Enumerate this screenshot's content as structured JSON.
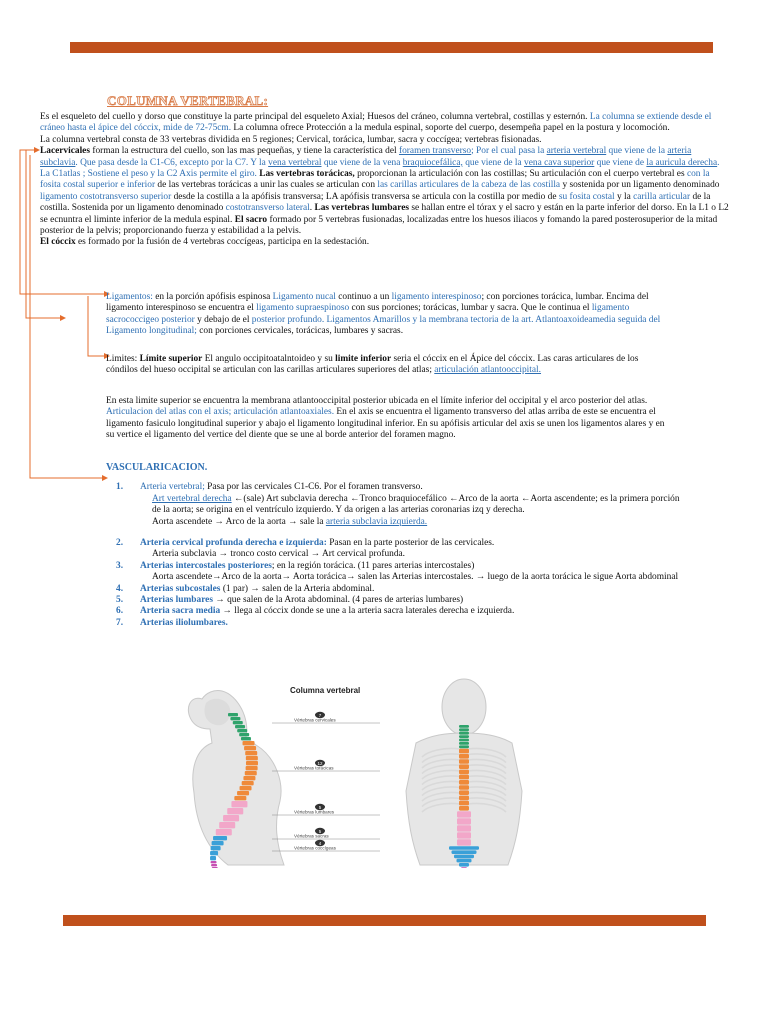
{
  "doc": {
    "title": "COLUMNA VERTEBRAL:",
    "colors": {
      "accent_bar": "#c0501c",
      "link": "#2e6fb3",
      "title_outline": "#d97a46"
    }
  },
  "intro": {
    "p1_a": "Es el esqueleto del cuello y dorso que constituye la parte principal del esqueleto Axial; Huesos del cráneo, columna vertebral, costillas y esternón.",
    "p1_b": "La columna se extiende desde el cráneo hasta el ápice del cóccix, mide de 72-75cm.",
    "p1_c": "La columna ofrece Protección a la medula espinal, soporte del cuerpo, desempeña papel en la postura y locomoción.",
    "p2": "La columna vertebral consta de 33 vertebras dividida en 5 regiones; Cervical, torácica, lumbar, sacra y coccígea; vertebras fisionadas.",
    "p3_a": "Lacervicales",
    "p3_b": "forman la estructura del cuello, son las mas pequeñas, y tiene la característica del",
    "p3_c": "foramen transverso",
    "p3_d": "; Por el cual pasa la",
    "p3_e": "arteria vertebral",
    "p3_f": "que viene de la",
    "p3_g": "arteria subclavia",
    "p3_h": ". Que pasa desde la C1-C6, excepto por la C7. Y la",
    "p3_i": "vena vertebral",
    "p3_j": "que viene de la vena",
    "p3_k": "braquiocefálica,",
    "p3_l": "que viene de la",
    "p3_m": "vena cava superior",
    "p3_n": "que viene de",
    "p3_o": "la auricula derecha",
    "p3_p": ". La C1atlas ; Sostiene el peso y la C2 Axis permite el giro.",
    "p4_a": "Las vertebras torácicas,",
    "p4_b": "proporcionan la articulación con las costillas; Su articulación con el cuerpo vertebral es",
    "p4_c": "con la fosita costal superior e inferior",
    "p4_d": "de las vertebras torácicas a unir las cuales se articulan con",
    "p4_e": "las carillas articulares  de la cabeza de las costilla",
    "p4_f": " y sostenida por un ligamento denominado",
    "p4_g": "ligamento costotransverso superior",
    "p4_h": "desde la costilla a la apófisis transversa; LA apófisis transversa se articula con la costilla por medio de",
    "p4_i": "su fosita costal",
    "p4_j": "y la",
    "p4_k": "carilla articular",
    "p4_l": "de la costilla. Sostenida por un ligamento denominado",
    "p4_m": "costotransverso lateral",
    "p4_n": ".",
    "p4_o": "Las vertebras lumbares",
    "p4_p": "se hallan entre el tórax y el sacro y están en la parte inferior del dorso. En la L1 o L2 se ecnuntra el liminte inferior de la medula espinal.",
    "p4_q": "El sacro",
    "p4_r": "formado por 5 vertebras fusionadas, localizadas entre los huesos iliacos y fomando la pared posterosuperior de la mitad posterior de la pelvis; proporcionando fuerza y estabilidad a la pelvis.",
    "p5_a": "El cóccix",
    "p5_b": "es formado por la fusión de 4 vertebras coccígeas, participa en la sedestación."
  },
  "ligamentos": {
    "a": "Ligamentos:",
    "b": "en la porción apófisis espinosa",
    "c": "Ligamento nucal",
    "d": "continuo a un",
    "e": "ligamento interespinoso",
    "f": "; con porciones torácica, lumbar. Encima del ligamento interespinoso se encuentra el",
    "g": "ligamento supraespinoso",
    "h": "con sus porciones; torácicas, lumbar y sacra. Que le continua el",
    "i": "ligamento sacrococcigeo posterior",
    "j": "y debajo de el",
    "k": "posterior profundo.",
    "l": "Ligamentos Amarillos y la membrana tectoria de la art. Atlantoaxoideamedia seguida del Ligamento longitudinal;",
    "m": "con porciones cervicales, torácicas, lumbares y sacras."
  },
  "limites": {
    "a": "Limites:",
    "b": "Límite superior",
    "c": "El angulo occipitoatalntoideo  y su",
    "d": "limite inferior",
    "e": "seria el cóccix en el Ápice del cóccix. Las caras articulares de los cóndilos del hueso occipital se articulan con las carillas articulares superiores del atlas;",
    "f": "articulación atlantooccipital."
  },
  "limite_superior": {
    "a": "En esta limite superior se  encuentra la membrana atlantooccipital posterior ubicada en el límite inferior del occipital y el arco posterior del atlas.",
    "b": "Articulacion del atlas con el axis; articulación atlantoaxiales.",
    "c": "En el axis se encuentra el ligamento transverso del atlas arriba de este se encuentra el ligamento fasiculo longitudinal superior y abajo el ligamento longitudinal inferior. En su apófisis articular del axis se unen los ligamentos alares y en su vertice el ligamento del vertice del diente que se une al borde anterior del foramen magno."
  },
  "vasc": {
    "title": "VASCULARICACION.",
    "items": [
      {
        "num": "1.",
        "head": "Arteria vertebral;",
        "text": "Pasa por las cervicales C1-C6. Por el foramen transverso.",
        "sub1_link": "Art vertebral derecha",
        "sub1_text": "←(sale)  Art subclavia derecha ←Tronco braquiocefálico ←Arco de la aorta ←Aorta ascendente; es la primera porción de la aorta; se origina en el ventrículo izquierdo. Y da origen a las arterias coronarias izq y derecha.",
        "sub2_text": "Aorta ascendete → Arco de la aorta → sale la",
        "sub2_link": "arteria subclavia izquierda."
      },
      {
        "num": "2.",
        "head": "Arteria cervical profunda derecha e izquierda:",
        "text": "Pasan en la parte posterior de las cervicales.",
        "sub": "Arteria subclavia → tronco costo cervical → Art cervical profunda."
      },
      {
        "num": "3.",
        "head": "Arterias intercostales posteriores",
        "text": "; en la región torácica. (11 pares arterias intercostales)",
        "sub": "Aorta ascendete→Arco de la aorta→ Aorta torácica→ salen las Arterias intercostales. → luego de la aorta torácica le sigue Aorta abdominal"
      },
      {
        "num": "4.",
        "head": "Arterias subcostales",
        "text": "(1 par) → salen de la Arteria abdominal."
      },
      {
        "num": "5.",
        "head": "Arterias lumbares",
        "text": "→ que salen de la Arota abdominal. (4 pares de arterias lumbares)"
      },
      {
        "num": "6.",
        "head": "Arteria sacra media",
        "text": "→ llega al cóccix donde se une a la arteria sacra laterales derecha e izquierda."
      },
      {
        "num": "7.",
        "head": "Arterias iliolumbares.",
        "text": ""
      }
    ]
  },
  "figure": {
    "title": "Columna vertebral",
    "labels": [
      {
        "count": "7",
        "name": "Vértebras cervicales"
      },
      {
        "count": "12",
        "name": "Vértebras torácicas"
      },
      {
        "count": "5",
        "name": "Vértebras lumbares"
      },
      {
        "count": "5",
        "name": "Vértebras sacras"
      },
      {
        "count": "4",
        "name": "Vértebras coccígeas"
      }
    ],
    "colors": {
      "cervical": "#2fa36b",
      "thoracic": "#ef8a3a",
      "lumbar": "#f2a7c9",
      "sacral": "#3aa0d8",
      "coccyx": "#c64fb3",
      "bone": "#d9d9d9"
    }
  }
}
